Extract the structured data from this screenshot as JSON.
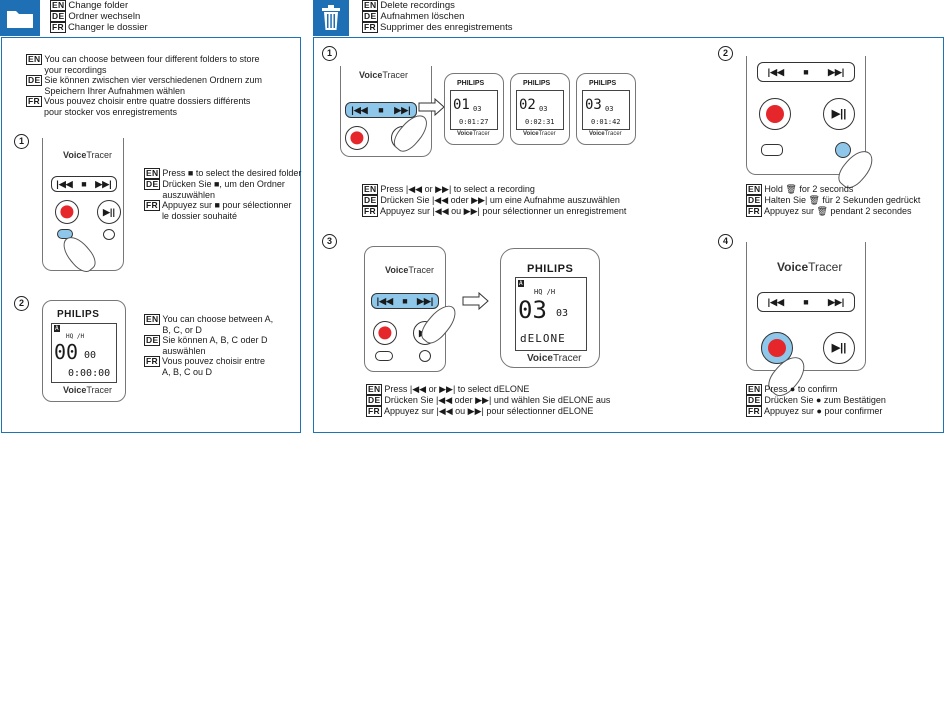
{
  "left": {
    "header": [
      {
        "tag": "EN",
        "text": "Change folder"
      },
      {
        "tag": "DE",
        "text": "Ordner wechseln"
      },
      {
        "tag": "FR",
        "text": "Changer le dossier"
      }
    ],
    "intro": [
      {
        "tag": "EN",
        "lines": [
          "You can choose between four different folders to store",
          "your recordings"
        ]
      },
      {
        "tag": "DE",
        "lines": [
          "Sie können zwischen vier verschiedenen Ordnern zum",
          "Speichern Ihrer Aufnahmen wählen"
        ]
      },
      {
        "tag": "FR",
        "lines": [
          "Vous pouvez choisir entre quatre dossiers différents",
          "pour stocker vos enregistrements"
        ]
      }
    ],
    "step1": {
      "num": "1",
      "brand_a": "Voice",
      "brand_b": "Tracer",
      "text": [
        {
          "tag": "EN",
          "lines": [
            "Press ■ to select the desired folder"
          ]
        },
        {
          "tag": "DE",
          "lines": [
            "Drücken Sie ■, um den Ordner",
            "auszuwählen"
          ]
        },
        {
          "tag": "FR",
          "lines": [
            "Appuyez sur ■ pour sélectionner",
            "le dossier souhaité"
          ]
        }
      ]
    },
    "step2": {
      "num": "2",
      "logo": "PHILIPS",
      "screen_folder": "A",
      "screen_quality": "HQ /H",
      "screen_big": "00",
      "screen_small": "00",
      "screen_time": "0:00:00",
      "brand_a": "Voice",
      "brand_b": "Tracer",
      "text": [
        {
          "tag": "EN",
          "lines": [
            "You can choose between A,",
            "B, C, or D"
          ]
        },
        {
          "tag": "DE",
          "lines": [
            "Sie können A, B, C oder D",
            "auswählen"
          ]
        },
        {
          "tag": "FR",
          "lines": [
            "Vous pouvez choisir entre",
            "A, B, C ou D"
          ]
        }
      ]
    }
  },
  "right": {
    "header": [
      {
        "tag": "EN",
        "text": "Delete recordings"
      },
      {
        "tag": "DE",
        "text": "Aufnahmen löschen"
      },
      {
        "tag": "FR",
        "text": "Supprimer des enregistrements"
      }
    ],
    "step1": {
      "num": "1",
      "brand_a": "Voice",
      "brand_b": "Tracer",
      "screens": [
        {
          "logo": "PHILIPS",
          "big": "01",
          "small": "03",
          "time": "0:01:27",
          "brand_a": "Voice",
          "brand_b": "Tracer"
        },
        {
          "logo": "PHILIPS",
          "big": "02",
          "small": "03",
          "time": "0:02:31",
          "brand_a": "Voice",
          "brand_b": "Tracer"
        },
        {
          "logo": "PHILIPS",
          "big": "03",
          "small": "03",
          "time": "0:01:42",
          "brand_a": "Voice",
          "brand_b": "Tracer"
        }
      ],
      "text": [
        {
          "tag": "EN",
          "lines": [
            "Press |◀◀ or ▶▶| to select a recording"
          ]
        },
        {
          "tag": "DE",
          "lines": [
            "Drücken Sie |◀◀ oder ▶▶| um eine Aufnahme auszuwählen"
          ]
        },
        {
          "tag": "FR",
          "lines": [
            "Appuyez sur |◀◀ ou ▶▶| pour sélectionner un enregistrement"
          ]
        }
      ]
    },
    "step2": {
      "num": "2",
      "text": [
        {
          "tag": "EN",
          "lines": [
            "Hold 🗑 for 2 seconds"
          ]
        },
        {
          "tag": "DE",
          "lines": [
            "Halten Sie 🗑 für 2 Sekunden gedrückt"
          ]
        },
        {
          "tag": "FR",
          "lines": [
            "Appuyez sur 🗑 pendant 2 secondes"
          ]
        }
      ]
    },
    "step3": {
      "num": "3",
      "brand_a": "Voice",
      "brand_b": "Tracer",
      "logo": "PHILIPS",
      "screen_folder": "A",
      "screen_quality": "HQ /H",
      "screen_big": "03",
      "screen_small": "03",
      "screen_word": "dELONE",
      "brand2_a": "Voice",
      "brand2_b": "Tracer",
      "text": [
        {
          "tag": "EN",
          "lines": [
            "Press |◀◀ or ▶▶| to select dELONE"
          ]
        },
        {
          "tag": "DE",
          "lines": [
            "Drücken Sie |◀◀ oder ▶▶| und wählen Sie dELONE aus"
          ]
        },
        {
          "tag": "FR",
          "lines": [
            "Appuyez sur |◀◀ ou ▶▶| pour sélectionner dELONE"
          ]
        }
      ]
    },
    "step4": {
      "num": "4",
      "brand_a": "Voice",
      "brand_b": "Tracer",
      "text": [
        {
          "tag": "EN",
          "lines": [
            "Press ● to confirm"
          ]
        },
        {
          "tag": "DE",
          "lines": [
            "Drücken Sie ● zum Bestätigen"
          ]
        },
        {
          "tag": "FR",
          "lines": [
            "Appuyez sur ● pour confirmer"
          ]
        }
      ]
    }
  },
  "colors": {
    "accent": "#1e73b5",
    "highlight": "#8ec7ea",
    "record": "#e5262a"
  },
  "icons": {
    "left_header": "folder-icon",
    "right_header": "trash-icon"
  }
}
